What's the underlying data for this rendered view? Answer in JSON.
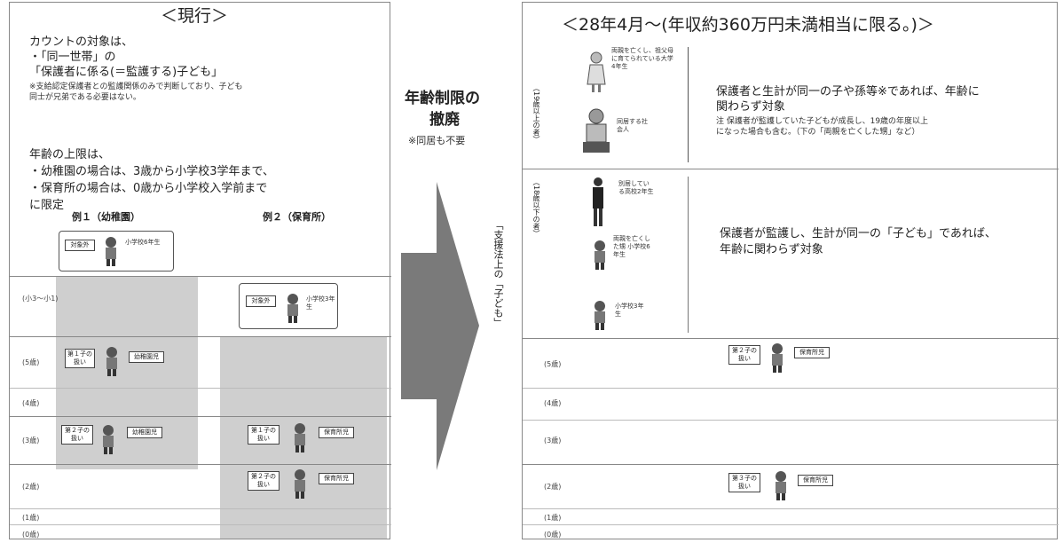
{
  "left": {
    "title": "＜現行＞",
    "count_line1": "カウントの対象は、",
    "count_line2": "・「同一世帯」の",
    "count_line3": "「保護者に係る(＝監護する)子ども」",
    "note1": "※支給認定保護者との監護関係のみで判断しており、子ども",
    "note2": "同士が兄弟である必要はない。",
    "age_line1": "年齢の上限は、",
    "age_line2": "・幼稚園の場合は、3歳から小学校3学年まで、",
    "age_line3": "・保育所の場合は、0歳から小学校入学前まで",
    "age_line4": "に限定",
    "ex1": "例１（幼稚園）",
    "ex2": "例２（保育所）",
    "top_tag": "対象外",
    "top_child": "小学校6年生",
    "row_sho": "(小3～小1)",
    "ex2_sho_tag": "対象外",
    "ex2_sho_child": "小学校3年生",
    "rows": [
      "(5歳)",
      "(4歳)",
      "(3歳)",
      "(2歳)",
      "(1歳)",
      "(0歳)"
    ],
    "ex1_5_tag": "第１子の扱い",
    "ex1_5_child": "幼稚園児",
    "ex1_3_tag": "第２子の扱い",
    "ex1_3_child": "幼稚園児",
    "ex2_3_tag": "第１子の扱い",
    "ex2_3_child": "保育所児",
    "ex2_2_tag": "第２子の扱い",
    "ex2_2_child": "保育所児"
  },
  "middle": {
    "heading1": "年齢制限の",
    "heading2": "撤廃",
    "note": "※同居も不要",
    "vertical": "「支援法上の「子ども」"
  },
  "right": {
    "title": "＜28年4月～(年収約360万円未満相当に限る。)＞",
    "group1_label": "（19歳以上の者）",
    "group1_child1": "両親を亡くし、祖父母に育てられている大学4年生",
    "group1_child2": "同居する社会人",
    "group1_text1": "保護者と生計が同一の子や孫等※であれば、年齢に",
    "group1_text2": "関わらず対象",
    "group1_note1": "注 保護者が監護していた子どもが成長し、19歳の年度以上",
    "group1_note2": "になった場合も含む。（下の「両親を亡くした甥」など）",
    "group2_label": "（18歳以下の者）",
    "group2_child1": "別居している高校2年生",
    "group2_child2": "両親を亡くした甥 小学校6年生",
    "group2_child3": "小学校3年生",
    "group2_text1": "保護者が監護し、生計が同一の「子ども」であれば、",
    "group2_text2": "年齢に関わらず対象",
    "rows": [
      "(5歳)",
      "(4歳)",
      "(3歳)",
      "(2歳)",
      "(1歳)",
      "(0歳)"
    ],
    "r5_tag": "第２子の扱い",
    "r5_child": "保育所児",
    "r2_tag": "第３子の扱い",
    "r2_child": "保育所児"
  }
}
